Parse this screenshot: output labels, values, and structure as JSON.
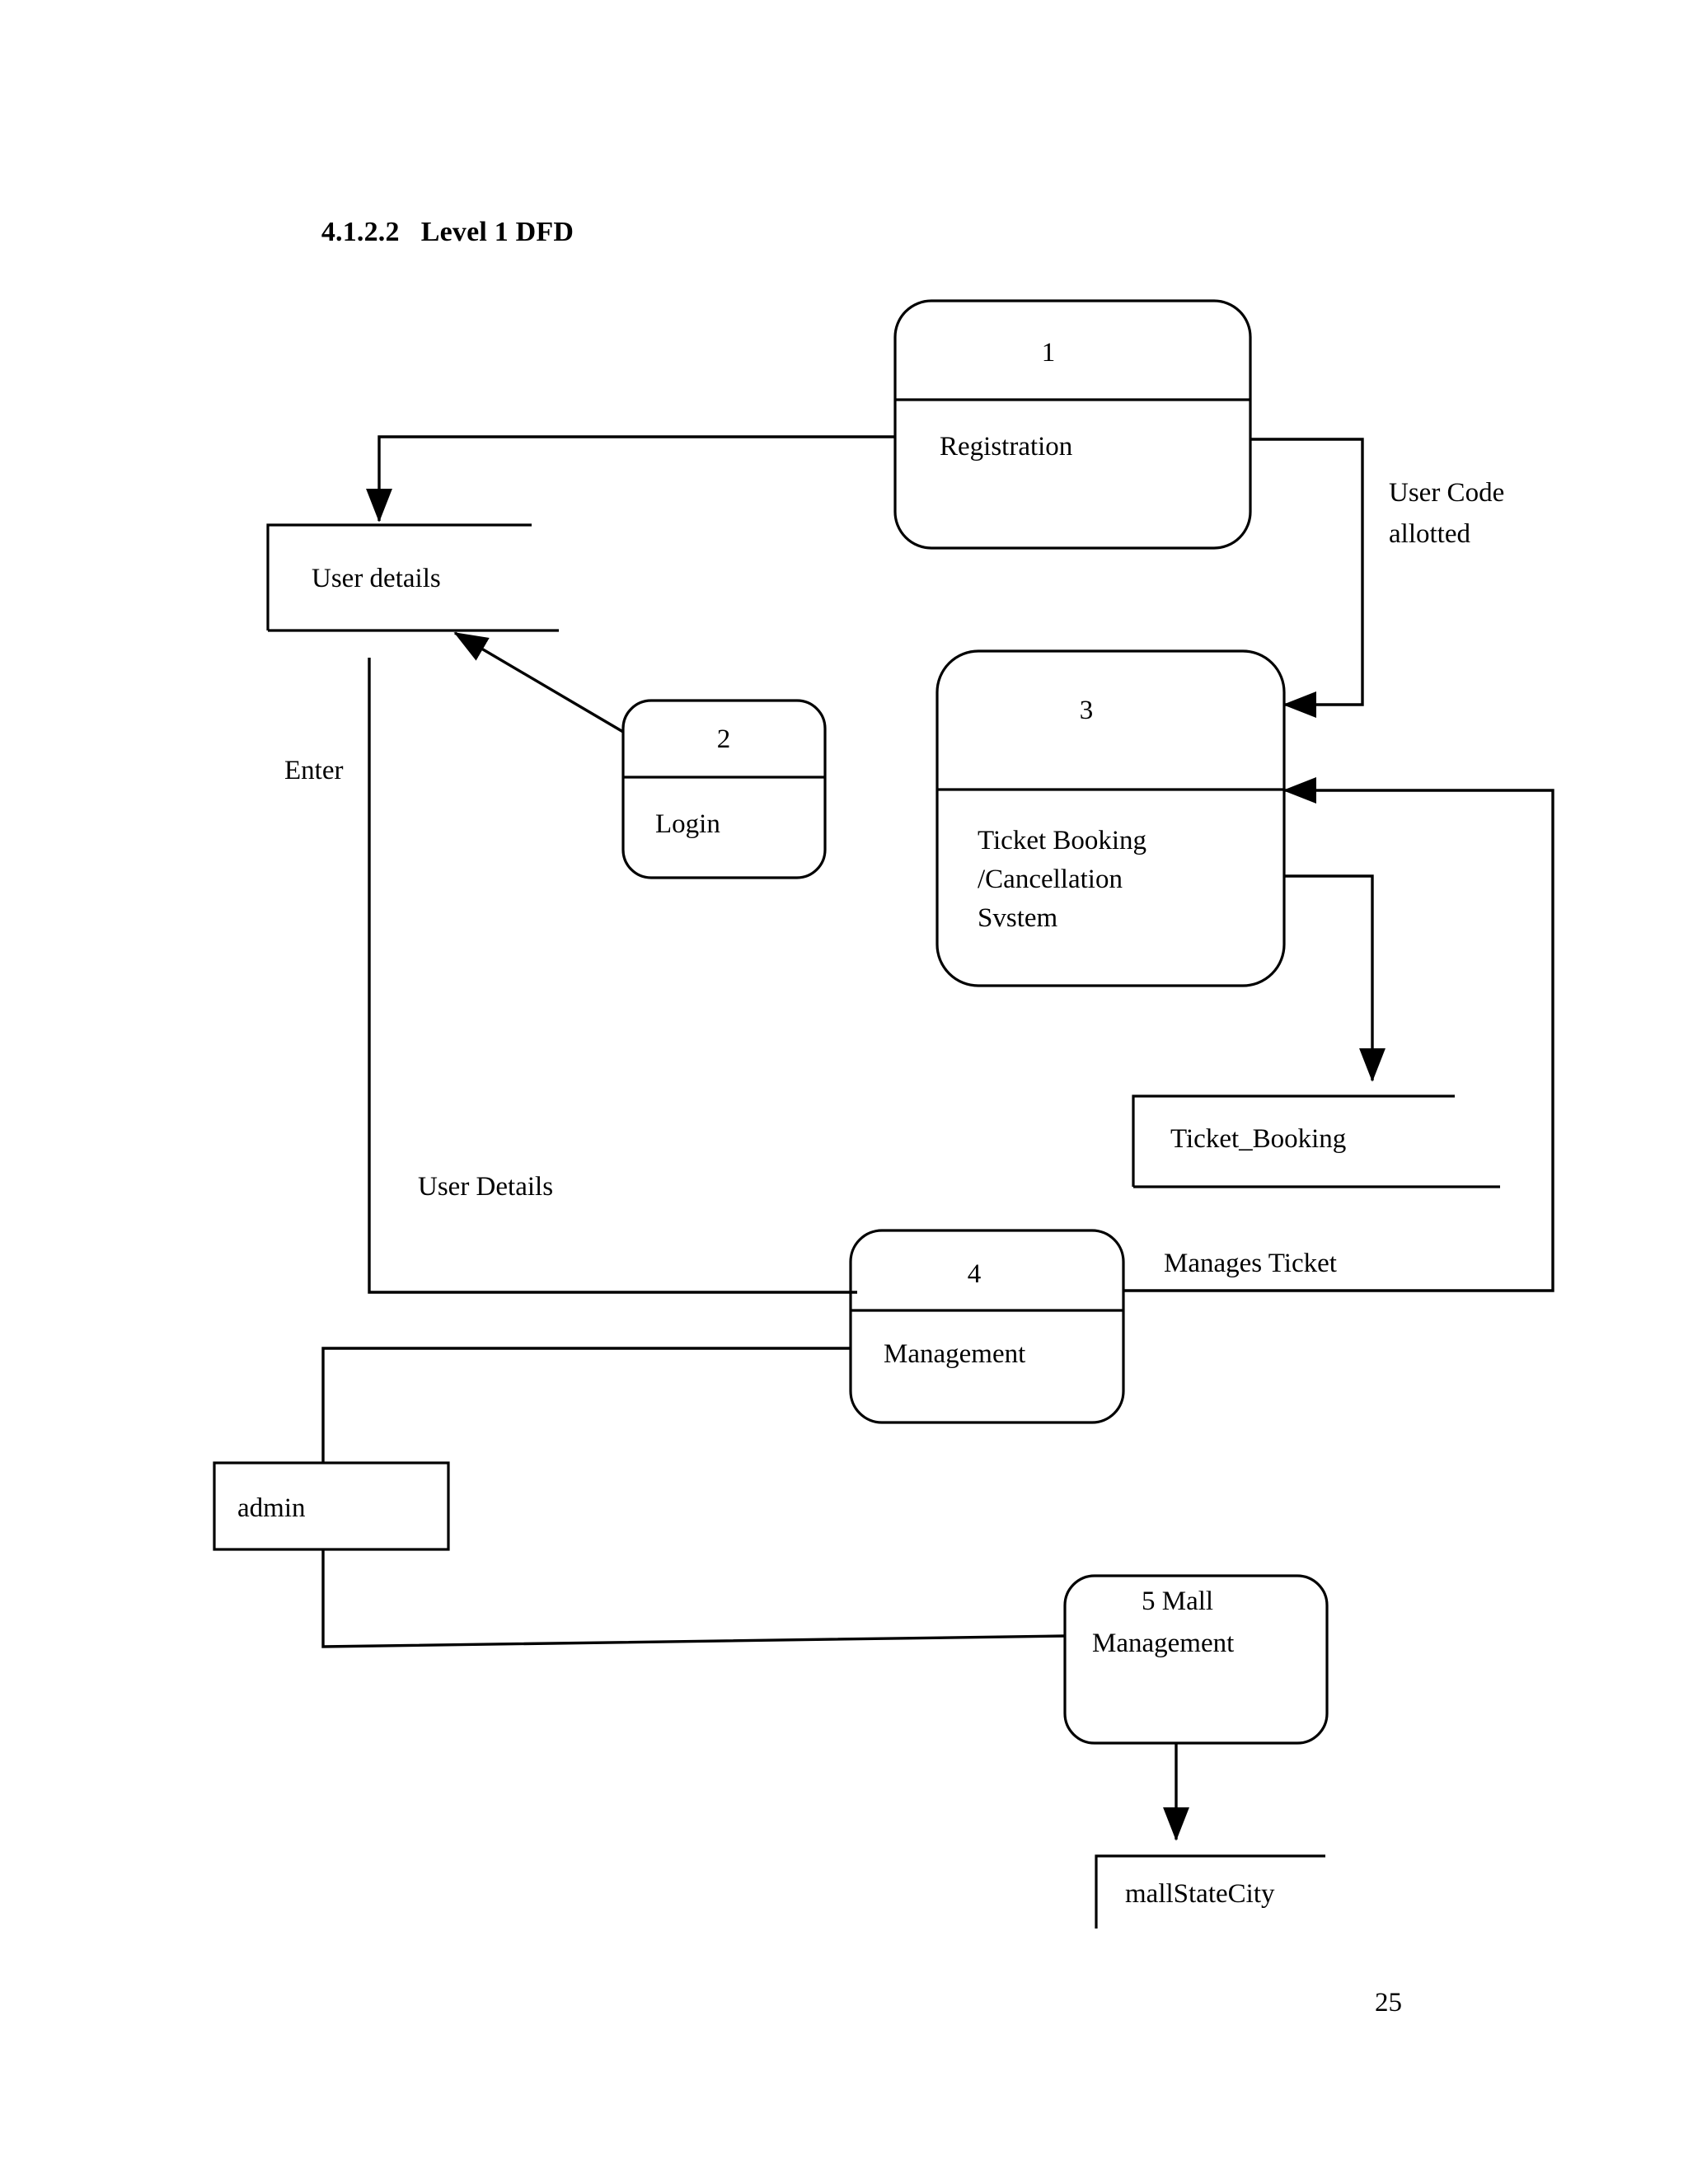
{
  "document": {
    "section_number": "4.1.2.2",
    "section_title": "Level 1 DFD",
    "page_number": "25"
  },
  "diagram": {
    "type": "data-flow-diagram",
    "level": "Level 1 DFD",
    "processes": [
      {
        "id": "1",
        "number": "1",
        "name": "Registration",
        "lines": [
          "Registration"
        ],
        "has_divider": true
      },
      {
        "id": "2",
        "number": "2",
        "name": "Login",
        "lines": [
          "Login"
        ],
        "has_divider": true
      },
      {
        "id": "3",
        "number": "3",
        "name": "Ticket Booking /Cancellation System",
        "lines": [
          "Ticket  Booking",
          "/Cancellation",
          "Svstem"
        ],
        "has_divider": true
      },
      {
        "id": "4",
        "number": "4",
        "name": "Management",
        "lines": [
          "Management"
        ],
        "has_divider": true
      },
      {
        "id": "5",
        "number": "5",
        "name": "5   Mall Management",
        "lines": [
          "5    Mall",
          "Management"
        ],
        "has_divider": false
      }
    ],
    "data_stores": [
      {
        "id": "user-details",
        "label": "User details"
      },
      {
        "id": "ticket-booking",
        "label": "Ticket_Booking"
      },
      {
        "id": "mall-state-city",
        "label": "mallStateCity"
      }
    ],
    "external_entities": [
      {
        "id": "admin",
        "label": "admin"
      }
    ],
    "flow_labels": [
      {
        "id": "user-code-allotted",
        "lines": [
          "User Code",
          "allotted"
        ]
      },
      {
        "id": "enter",
        "lines": [
          "Enter"
        ]
      },
      {
        "id": "user-details-flow",
        "lines": [
          "User Details"
        ]
      },
      {
        "id": "manages-ticket",
        "lines": [
          "Manages  Ticket"
        ]
      }
    ],
    "colors": {
      "stroke": "#000000",
      "background": "#ffffff",
      "text": "#000000"
    }
  }
}
